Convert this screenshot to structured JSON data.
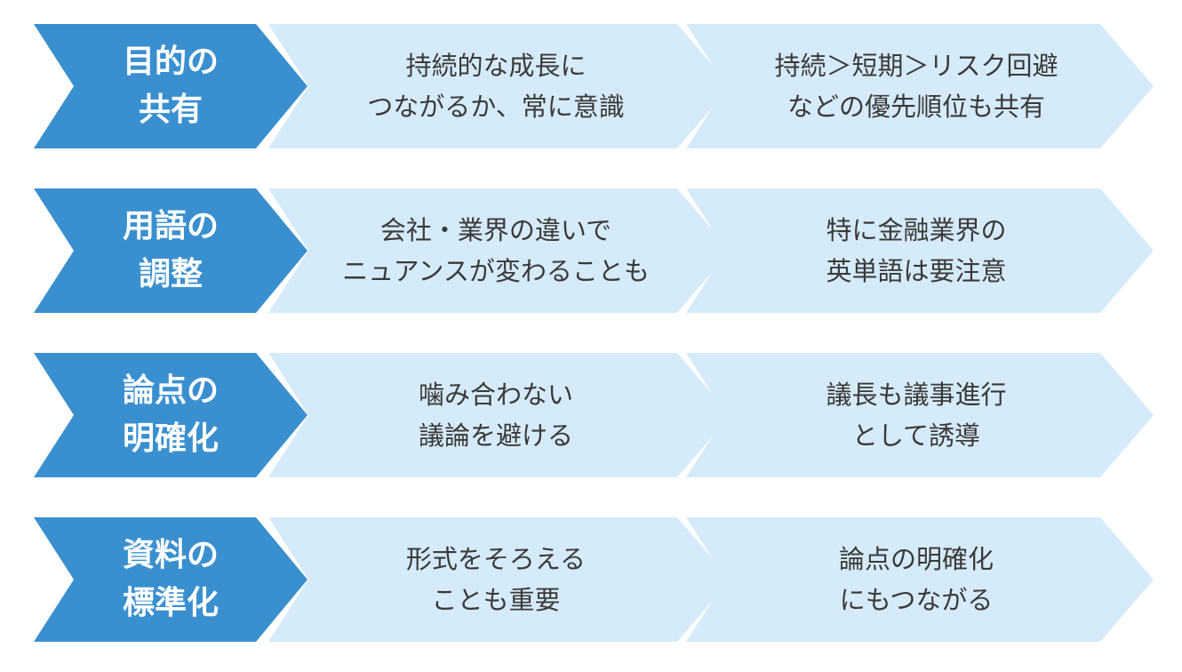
{
  "rows": [
    {
      "head": "目的の\n共有",
      "mid": "持続的な成長に\nつながるか、常に意識",
      "end": "持続＞短期＞リスク回避\nなどの優先順位も共有"
    },
    {
      "head": "用語の\n調整",
      "mid": "会社・業界の違いで\nニュアンスが変わることも",
      "end": "特に金融業界の\n英単語は要注意"
    },
    {
      "head": "論点の\n明確化",
      "mid": "噛み合わない\n議論を避ける",
      "end": "議長も議事進行\nとして誘導"
    },
    {
      "head": "資料の\n標準化",
      "mid": "形式をそろえる\nことも重要",
      "end": "論点の明確化\nにもつながる"
    }
  ],
  "colors": {
    "head_fill": "#3a90cf",
    "body_fill": "#d6ebf9",
    "head_text": "#ffffff",
    "body_text": "#3a3a3a"
  }
}
